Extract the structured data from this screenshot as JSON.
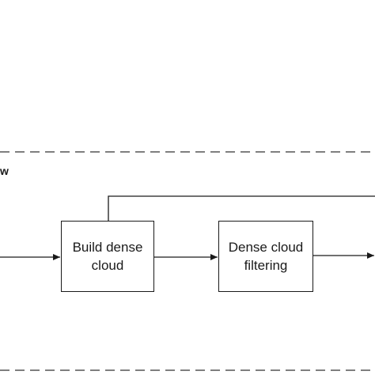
{
  "section_label": "w",
  "nodes": {
    "build_dense_cloud": "Build dense\ncloud",
    "dense_cloud_filtering": "Dense cloud\nfiltering"
  },
  "colors": {
    "line": "#1a1a1a",
    "dash": "#555555",
    "background": "#ffffff"
  }
}
